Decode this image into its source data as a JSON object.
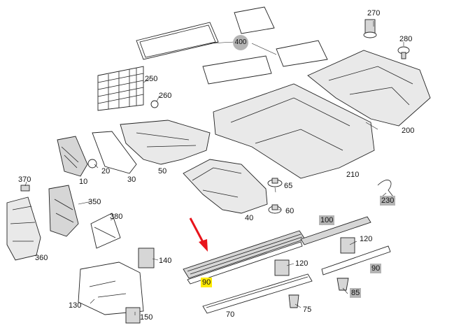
{
  "diagram": {
    "highlight_color": "#ffea00",
    "tag_color": "#b4b4b4",
    "arrow_color": "#e8141b",
    "highlighted_part": "90",
    "labels": {
      "p10": "10",
      "p20": "20",
      "p30": "30",
      "p40": "40",
      "p50": "50",
      "p60": "60",
      "p65": "65",
      "p70": "70",
      "p75": "75",
      "p85": "85",
      "p90_main": "90",
      "p90_side": "90",
      "p100": "100",
      "p120_a": "120",
      "p120_b": "120",
      "p130": "130",
      "p140": "140",
      "p150": "150",
      "p200": "200",
      "p210": "210",
      "p230": "230",
      "p250": "250",
      "p260": "260",
      "p270": "270",
      "p280": "280",
      "p350": "350",
      "p360": "360",
      "p370": "370",
      "p380": "380",
      "p400": "400"
    }
  }
}
